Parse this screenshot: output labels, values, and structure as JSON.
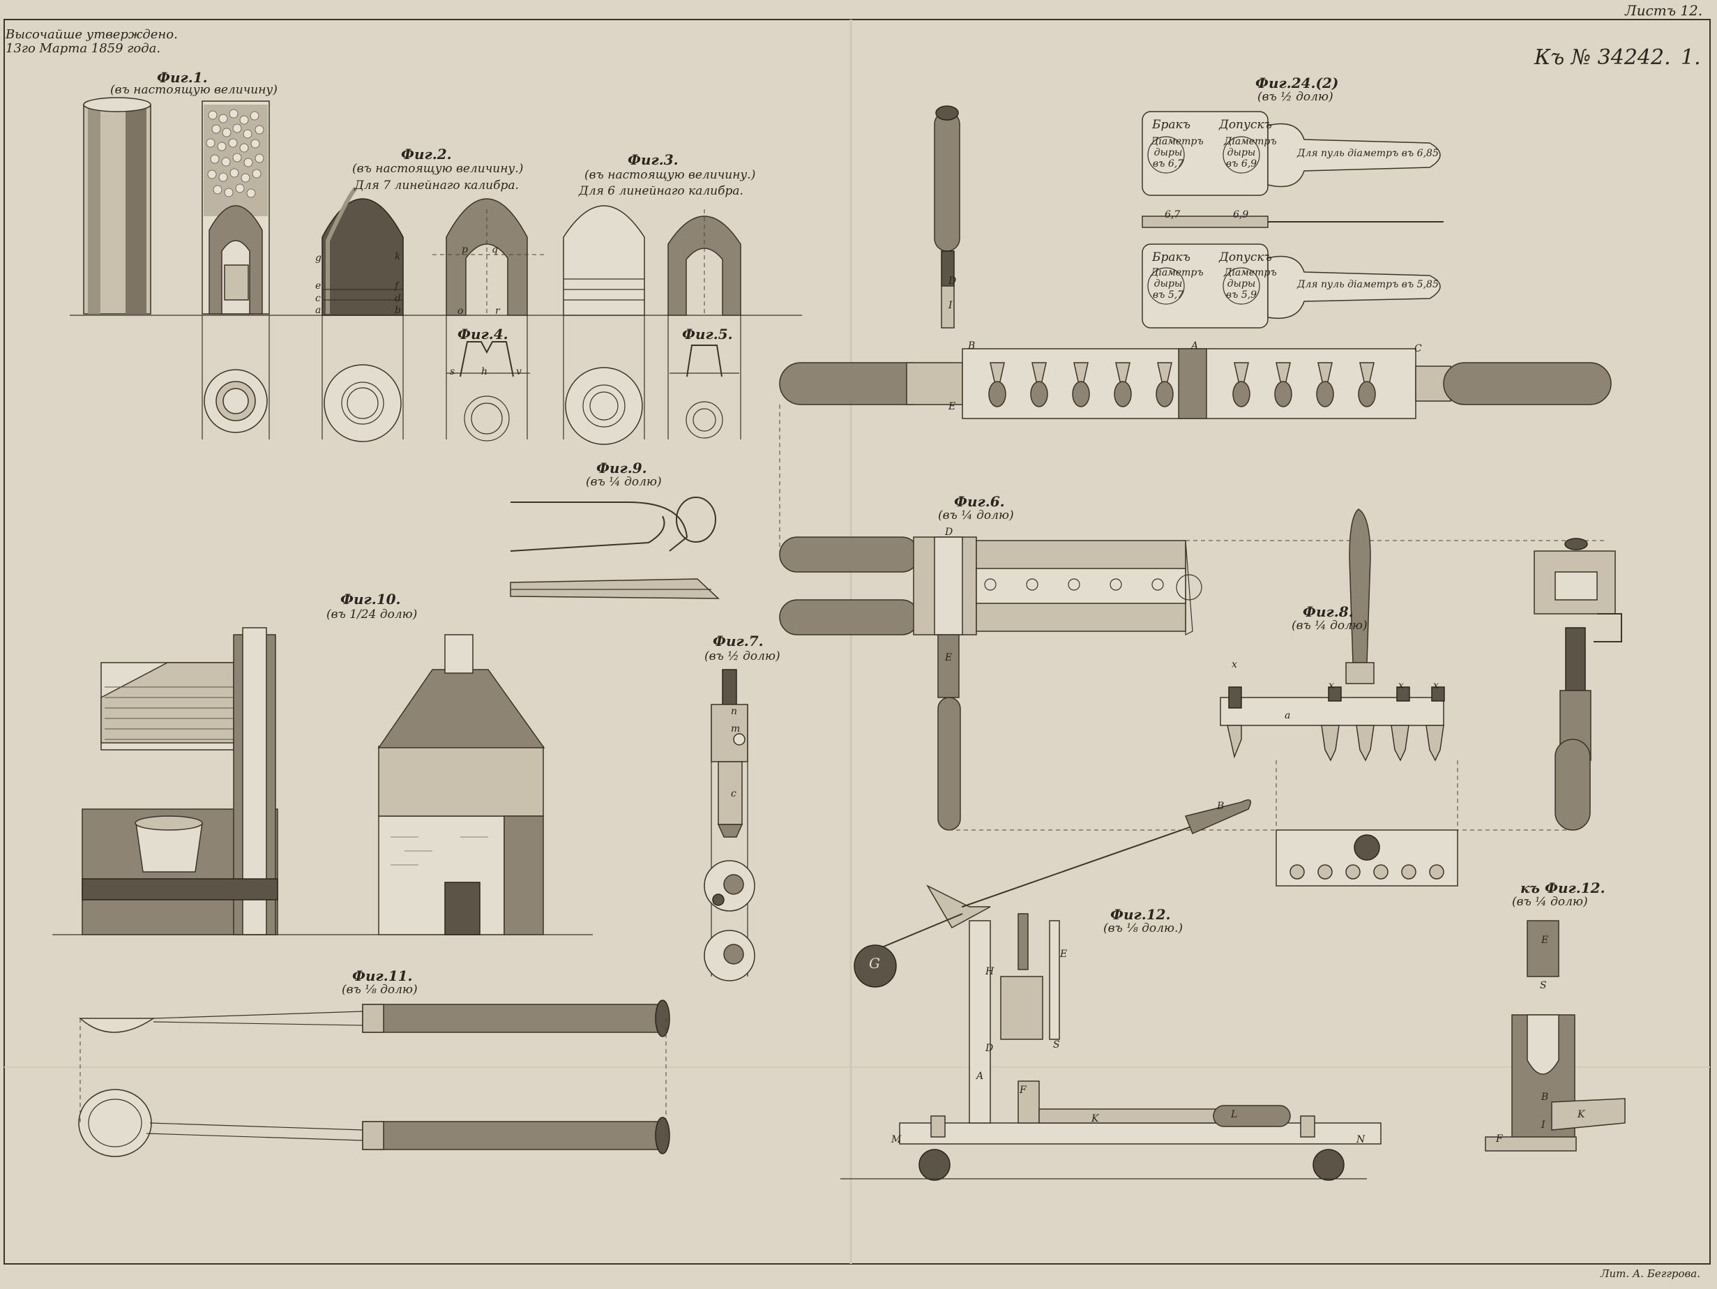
{
  "sheet": {
    "top_right": "Листъ 12.",
    "approval_line1": "Высочайше утверждено.",
    "approval_line2": "13го Марта 1859 года.",
    "number": "Къ № 34242.",
    "index": "1.",
    "lithographer": "Лит. А. Беггрова."
  },
  "figures": {
    "fig1": {
      "title": "Фиг.1.",
      "scale": "(въ настоящую величину)"
    },
    "fig2": {
      "title": "Фиг.2.",
      "scale": "(въ настоящую величину.)",
      "note": "Для 7 линейнаго калибра."
    },
    "fig3": {
      "title": "Фиг.3.",
      "scale": "(въ настоящую величину.)",
      "note": "Для 6 линейнаго калибра."
    },
    "fig4": {
      "title": "Фиг.4."
    },
    "fig5": {
      "title": "Фиг.5."
    },
    "fig6": {
      "title": "Фиг.6.",
      "scale": "(въ ¼ долю)"
    },
    "fig7": {
      "title": "Фиг.7.",
      "scale": "(въ ½ долю)"
    },
    "fig8": {
      "title": "Фиг.8.",
      "scale": "(въ ¼ долю)"
    },
    "fig9": {
      "title": "Фиг.9.",
      "scale": "(въ ¼ долю)"
    },
    "fig10": {
      "title": "Фиг.10.",
      "scale": "(въ 1/24 долю)"
    },
    "fig11": {
      "title": "Фиг.11.",
      "scale": "(въ ⅛ долю)"
    },
    "fig12": {
      "title": "Фиг.12.",
      "scale": "(въ ⅛ долю.)"
    },
    "fig12b": {
      "title": "къ Фиг.12.",
      "scale": "(въ ¼ долю)"
    },
    "fig24": {
      "title": "Фиг.24.(2)",
      "scale": "(въ ½ долю)"
    }
  },
  "gauges": [
    {
      "reject": "Бракъ",
      "reject_dia": "Діаметръ дыры въ 6,7",
      "accept": "Допускъ",
      "accept_dia": "Діаметръ дыры въ 6,9",
      "handle": "Для пуль діаметръ въ 6,85",
      "dim_a": "6,7",
      "dim_b": "6,9"
    },
    {
      "reject": "Бракъ",
      "reject_dia": "Діаметръ дыры въ 5,7",
      "accept": "Допускъ",
      "accept_dia": "Діаметръ дыры въ 5,9",
      "handle": "Для пуль діаметръ въ 5,85"
    }
  ],
  "letters": {
    "g": "g",
    "k": "k",
    "e": "e",
    "f": "f",
    "c": "c",
    "d": "d",
    "a": "a",
    "b": "b",
    "p": "p",
    "q": "q",
    "o": "o",
    "r": "r",
    "s": "s",
    "h": "h",
    "v": "v",
    "B": "B",
    "C": "C",
    "A": "A",
    "E": "E",
    "D": "D",
    "I": "I",
    "n": "n",
    "m": "m",
    "x": "x",
    "G": "G",
    "H": "H",
    "F": "F",
    "K": "K",
    "L": "L",
    "M": "M",
    "N": "N",
    "S": "S"
  }
}
